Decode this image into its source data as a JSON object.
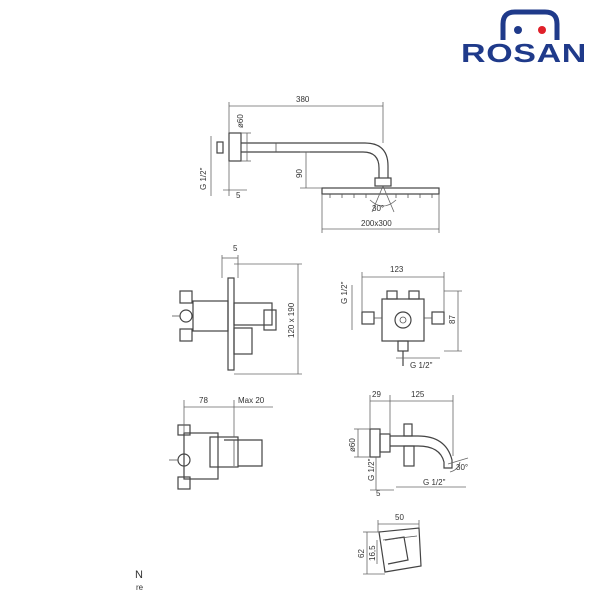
{
  "brand": {
    "name": "ROSAN",
    "colors": {
      "blue": "#1f3a8a",
      "red": "#e0202a"
    }
  },
  "shower_head_view": {
    "arm_length": "380",
    "flange_size": "ø60",
    "thread": "G 1/2\"",
    "wall_offset": "5",
    "drop_height": "90",
    "tilt_angle": "30°",
    "head_size": "200x300"
  },
  "mixer_side_view": {
    "plate_thickness": "5",
    "plate_size": "120 x 190"
  },
  "mixer_front_view": {
    "width": "123",
    "height": "87",
    "thread_left": "G 1/2\"",
    "thread_bottom": "G 1/2\""
  },
  "mixer_section_view": {
    "depth": "78",
    "max_projection": "Max 20"
  },
  "spout_view": {
    "flange_depth": "29",
    "length": "125",
    "flange_size": "ø60",
    "thread_left": "G 1/2\"",
    "wall_offset": "5",
    "thread_bottom": "G 1/2\"",
    "angle": "30°"
  },
  "holder_view": {
    "width": "50",
    "height": "62",
    "depth": "16,5"
  },
  "corner_note": {
    "line1": "N",
    "line2": "re"
  }
}
